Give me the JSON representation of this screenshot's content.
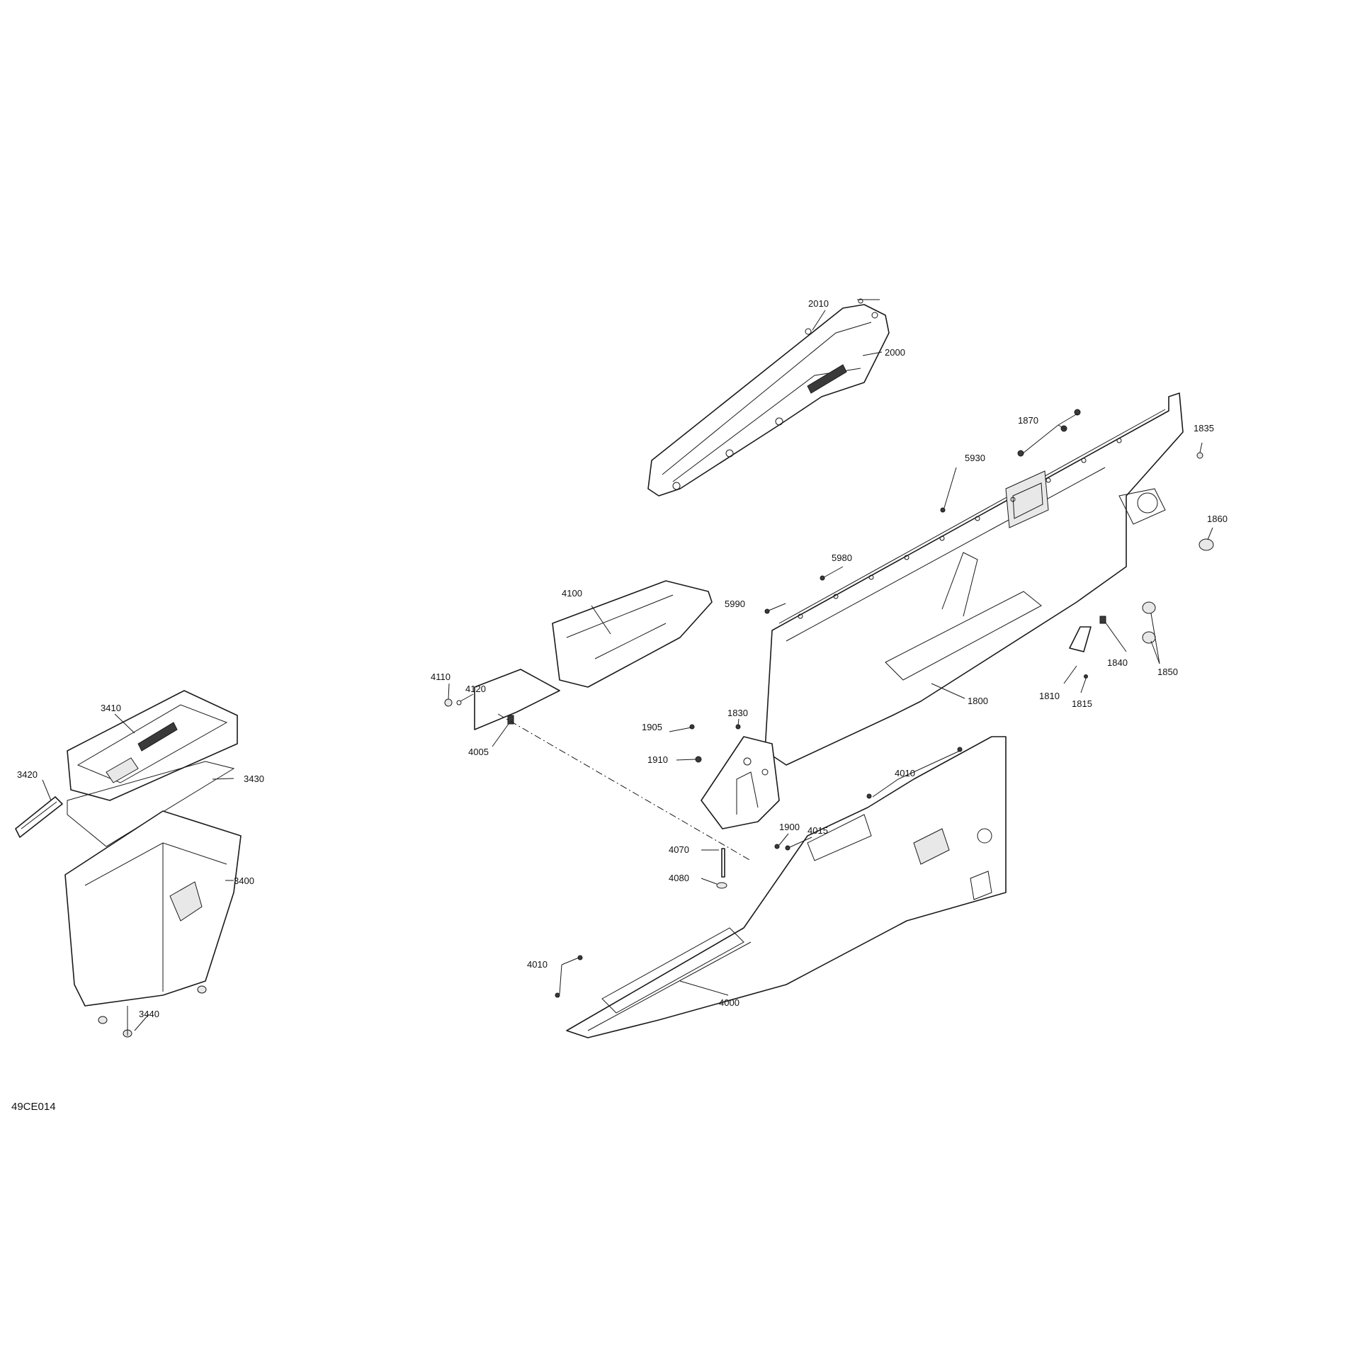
{
  "figure_code": "49CE014",
  "callouts": {
    "c2010": "2010",
    "c2000": "2000",
    "c1870": "1870",
    "c1835": "1835",
    "c5930": "5930",
    "c1860": "1860",
    "c5980": "5980",
    "c5990": "5990",
    "c1840": "1840",
    "c1850": "1850",
    "c1830": "1830",
    "c1800": "1800",
    "c1810": "1810",
    "c1815": "1815",
    "c4100": "4100",
    "c4110": "4110",
    "c4120": "4120",
    "c4005": "4005",
    "c1905": "1905",
    "c1910": "1910",
    "c4010a": "4010",
    "c1900": "1900",
    "c4015": "4015",
    "c4070": "4070",
    "c4080": "4080",
    "c4010b": "4010",
    "c4000": "4000",
    "c3410": "3410",
    "c3420": "3420",
    "c3430": "3430",
    "c3400": "3400",
    "c3440": "3440"
  }
}
